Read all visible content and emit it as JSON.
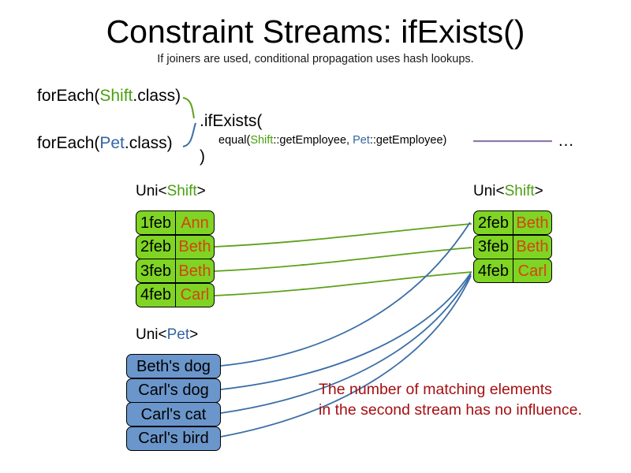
{
  "slide": {
    "title": "Constraint Streams: ifExists()",
    "subtitle": "If joiners are used, conditional propagation uses hash lookups."
  },
  "code": {
    "foreach_shift_prefix": "forEach(",
    "foreach_shift_type": "Shift",
    "foreach_shift_suffix": ".class)",
    "foreach_pet_prefix": "forEach(",
    "foreach_pet_type": "Pet",
    "foreach_pet_suffix": ".class)",
    "if_exists": ".ifExists(",
    "equal_prefix": "equal(",
    "equal_left_type": "Shift",
    "equal_left_method": "::getEmployee, ",
    "equal_right_type": "Pet",
    "equal_right_method": "::getEmployee)",
    "close_paren": ")",
    "ellipsis": "…"
  },
  "labels": {
    "uni_open": "Uni<",
    "uni_close": ">",
    "shift_type": "Shift",
    "pet_type": "Pet"
  },
  "tables": {
    "shift_left": {
      "header_type": "Shift",
      "rows": [
        {
          "key": "1feb",
          "value": "Ann"
        },
        {
          "key": "2feb",
          "value": "Beth"
        },
        {
          "key": "3feb",
          "value": "Beth"
        },
        {
          "key": "4feb",
          "value": "Carl"
        }
      ]
    },
    "shift_right": {
      "header_type": "Shift",
      "rows": [
        {
          "key": "2feb",
          "value": "Beth"
        },
        {
          "key": "3feb",
          "value": "Beth"
        },
        {
          "key": "4feb",
          "value": "Carl"
        }
      ]
    },
    "pet": {
      "header_type": "Pet",
      "rows": [
        {
          "value": "Beth's dog"
        },
        {
          "value": "Carl's dog"
        },
        {
          "value": "Carl's cat"
        },
        {
          "value": "Carl's bird"
        }
      ]
    }
  },
  "annotation": {
    "text": "The number of matching elements\nin the second stream has no influence."
  },
  "colors": {
    "shift_green": "#49a010",
    "pet_blue": "#3465a4",
    "card_green": "#7fd424",
    "card_blue": "#6a96cb",
    "value_orange": "#d14610",
    "note_red": "#a50f12",
    "line_green": "#5ba118",
    "line_blue": "#3a6ea5",
    "line_purple": "#8f7aa8"
  }
}
